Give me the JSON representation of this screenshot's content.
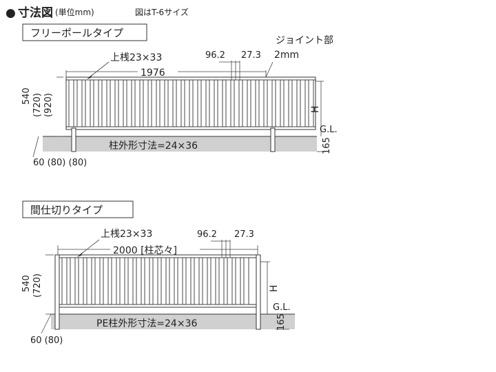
{
  "header": {
    "bullet": "●",
    "title": "寸法図",
    "unit": "(単位mm)",
    "note": "図はT-6サイズ"
  },
  "section1": {
    "label": "フリーポールタイプ",
    "top_rail": "上桟23×33",
    "dim_left": "96.2",
    "dim_right": "27.3",
    "joint_label": "ジョイント部",
    "joint_value": "2mm",
    "width": "1976",
    "heights": [
      "540",
      "(720)",
      "(920)"
    ],
    "h_label": "H",
    "gl_label": "G.L.",
    "depth": "165",
    "post_size": "柱外形寸法=24×36",
    "foot_dims": "60 (80) (80)"
  },
  "section2": {
    "label": "間仕切りタイプ",
    "top_rail": "上桟23×33",
    "dim_left": "96.2",
    "dim_right": "27.3",
    "width": "2000 [柱芯々]",
    "heights": [
      "540",
      "(720)"
    ],
    "h_label": "H",
    "gl_label": "G.L.",
    "depth": "165",
    "post_size": "PE柱外形寸法=24×36",
    "foot_dims": "60 (80)"
  }
}
